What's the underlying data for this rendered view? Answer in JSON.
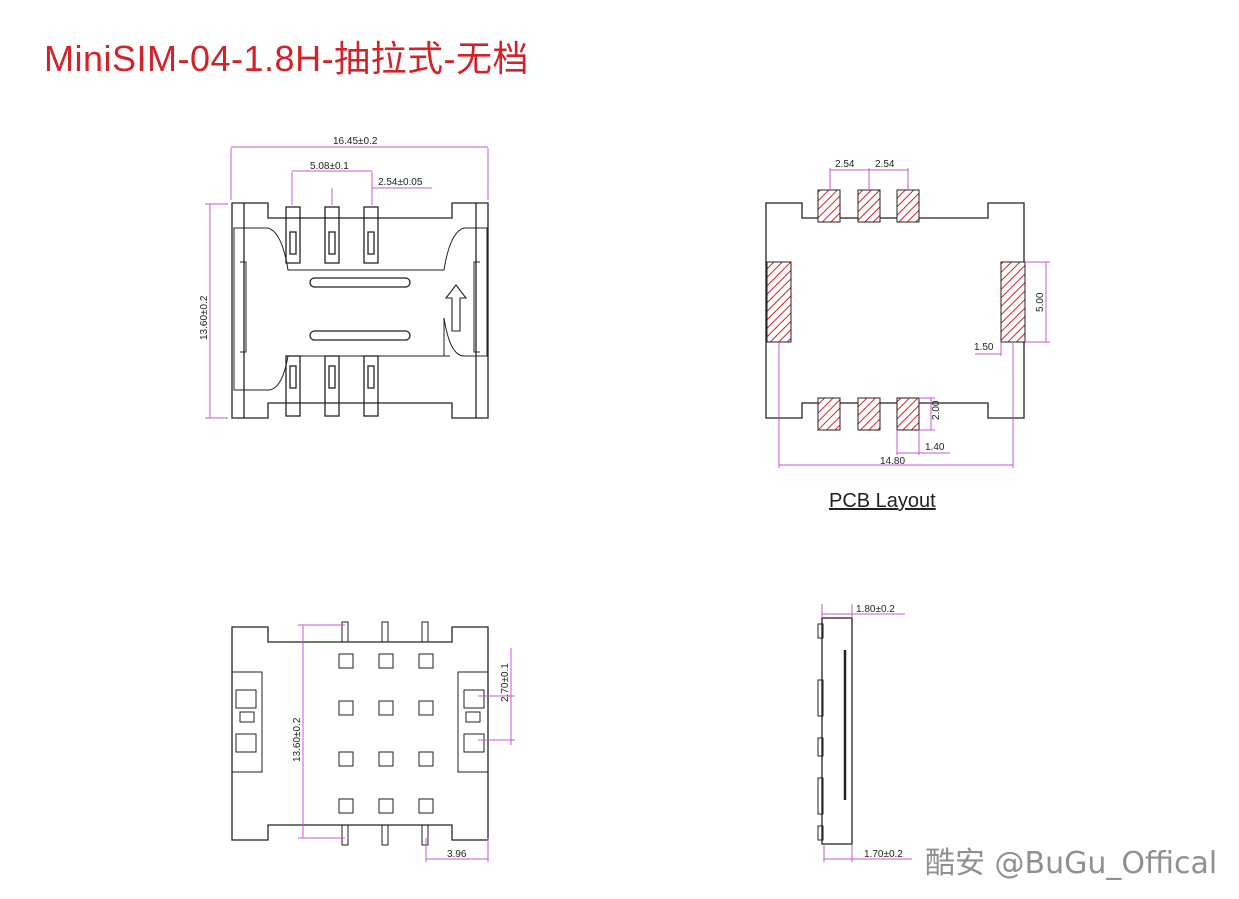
{
  "title": "MiniSIM-04-1.8H-抽拉式-无档",
  "colors": {
    "title": "#d2232a",
    "outline": "#222222",
    "dimension": "#c45ac8",
    "pad": "#d2232a"
  },
  "top_view": {
    "width_dim": "16.45±0.2",
    "pitch_dim": "5.08±0.1",
    "pitch2_dim": "2.54±0.05",
    "height_dim": "13.60±0.2"
  },
  "pcb_layout": {
    "label": "PCB Layout",
    "pitch_a": "2.54",
    "pitch_b": "2.54",
    "side_pad_h": "5.00",
    "side_pad_w": "1.50",
    "pad_h": "2.00",
    "pad_w": "1.40",
    "overall_w": "14.80"
  },
  "bottom_view": {
    "height_dim": "13.60±0.2",
    "spacing_dim": "2.70±0.1",
    "offset_dim": "3.96"
  },
  "side_view": {
    "thickness_top": "1.80±0.2",
    "thickness_bottom": "1.70±0.2"
  },
  "watermark": "酷安 @BuGu_Offical"
}
